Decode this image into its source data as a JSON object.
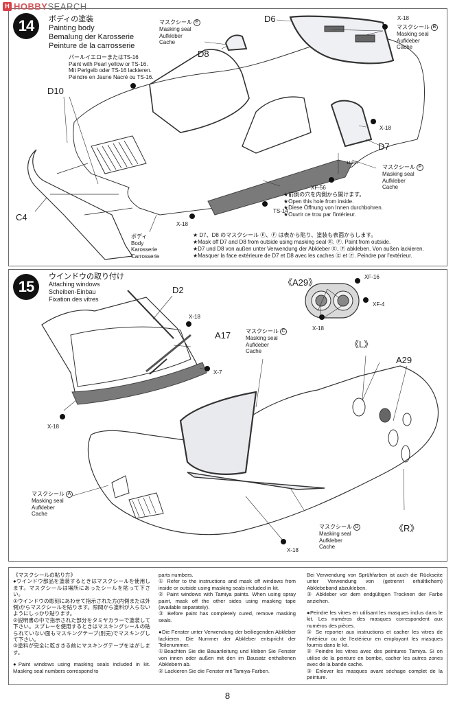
{
  "watermark": {
    "logo": "H",
    "brand_a": "HOBBY",
    "brand_b": "SEARCH"
  },
  "step14": {
    "number": "14",
    "title_jp": "ボディの塗装",
    "title_en": "Painting body",
    "title_de": "Bemalung der Karosserie",
    "title_fr": "Peinture de la carrosserie",
    "paint_note": [
      "パールイエローまたはTS-16",
      "Paint with Pearl yellow or TS-16.",
      "Mit Perlgelb oder TS-16 lackieren.",
      "Peindre en Jaune Nacré ou TS-16."
    ],
    "mask_e": {
      "jp": "マスクシール",
      "letter": "E",
      "en": "Masking seal",
      "de": "Aufkleber",
      "fr": "Cache"
    },
    "mask_b": {
      "jp": "マスクシール",
      "letter": "B",
      "en": "Masking seal",
      "de": "Aufkleber",
      "fr": "Cache"
    },
    "mask_f": {
      "jp": "マスクシール",
      "letter": "F",
      "en": "Masking seal",
      "de": "Aufkleber",
      "fr": "Cache"
    },
    "parts": {
      "d10": "D10",
      "d8": "D8",
      "d6": "D6",
      "d7": "D7",
      "c4": "C4"
    },
    "paints": {
      "x18_a": "X-18",
      "x18_b": "X-18",
      "x18_c": "X-18",
      "xf56": "XF-56",
      "ts14": "TS-14"
    },
    "dimension": "11mm",
    "body_label": [
      "ボディ",
      "Body",
      "Karosserie",
      "Carrosserie"
    ],
    "hole_note": [
      "★前側の穴を内側から開けます。",
      "★Open this hole from inside.",
      "★Diese Öffnung von Innen durchbohren.",
      "★Ouvrir ce trou par l'intérieur."
    ],
    "star_notes": [
      "★ D7、D8 のマスクシール Ⓔ、Ⓕ は表から貼り、塗装も表面からします。",
      "★Mask off D7 and D8 from outside using masking seal Ⓔ, Ⓕ. Paint from outside.",
      "★D7 und D8 von außen unter Verwendung der Abkleber Ⓔ, Ⓕ abkleben. Von außen lackieren.",
      "★Masquer la face extérieure de D7 et D8 avec les caches Ⓔ et Ⓕ. Peindre par l'extérieur."
    ]
  },
  "step15": {
    "number": "15",
    "title_jp": "ウインドウの取り付け",
    "title_en": "Attaching windows",
    "title_de": "Scheiben-Einbau",
    "title_fr": "Fixation des vitres",
    "parts": {
      "d2": "D2",
      "a17": "A17",
      "a29": "A29",
      "a29_detail": "《A29》",
      "left": "《L》",
      "right": "《R》"
    },
    "paints": {
      "x18_a": "X-18",
      "x7": "X-7",
      "x18_b": "X-18",
      "x18_c": "X-18",
      "x18_d": "X-18",
      "xf16": "XF-16",
      "xf4": "XF-4"
    },
    "mask_a": {
      "jp": "マスクシール",
      "letter": "A",
      "en": "Masking seal",
      "de": "Aufkleber",
      "fr": "Cache"
    },
    "mask_c": {
      "jp": "マスクシール",
      "letter": "C",
      "en": "Masking seal",
      "de": "Aufkleber",
      "fr": "Cache"
    },
    "mask_d": {
      "jp": "マスクシール",
      "letter": "D",
      "en": "Masking seal",
      "de": "Aufkleber",
      "fr": "Cache"
    }
  },
  "notes": {
    "col1": [
      "《マスクシールの貼り方》",
      "●ウインドウ部品を塗装するときはマスクシールを使用します。マスクシールは場所にあったシールを貼って下さい。",
      "①ウインドウの彫刻にあわせて指示された方(内側または外側)からマスクシールを貼ります。隙間から塗料が入らないようにしっかり貼ります。",
      "②説明書の中で指示された部分をタミヤカラーで塗装して下さい。スプレーを使用するときはマスキングシールの貼られていない面もマスキングテープ(別売)でマスキングして下さい。",
      "③塗料が完全に乾ききる前にマスキングテープをはがします。",
      "",
      "●Paint windows using masking seals included in kit. Masking seal numbers correspond to"
    ],
    "col2": [
      "parts numbers.",
      "① Refer to the instructions and mask off windows from inside or outside using masking seals included in kit.",
      "② Paint windows with Tamiya paints. When using spray paint, mask off the other sides using masking tape (available separately).",
      "③ Before paint has completely cured, remove masking seals.",
      "",
      "●Die Fenster unter Verwendung der beiliegenden Abkleber lackieren. Die Nummer der Abkleber entspricht der Teilenummer.",
      "①Beachten Sie die Bauanleitung und kleben Sie Fenster von innen oder außen mit den im Bausatz enthaltenen Abklebern ab.",
      "② Lackieren Sie die Fenster mit Tamiya-Farben."
    ],
    "col3": [
      "Bei Verwendung von Sprühfarben ist auch die Rückseite unter Verwendung von (getrennt erhältlichem) Abklebeband abzukleben.",
      "③ Abkleber vor dem endgültigen Trocknen der Farbe anziehen.",
      "",
      "●Peindre les vitres en utilisant les masques inclus dans le kit. Les numéros des masques correspondent aux numéros des pièces.",
      "① Se reporter aux instructions et cacher les vitres de l'intérieur ou de l'extérieur en employant les masques fournis dans le kit.",
      "② Peindre les vitres avec des peintures Tamiya. Si on utilise de la peinture en bombe, cacher les autres zones avec de la bande cache.",
      "③ Enlever les masques avant séchage complet de la peinture."
    ]
  },
  "page_number": "8"
}
